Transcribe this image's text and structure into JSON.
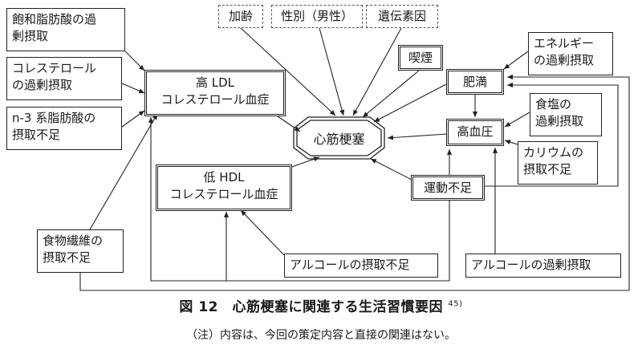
{
  "nodes": {
    "kareii": "加齢",
    "sex": "性別（男性）",
    "genetic": "遺伝素因",
    "sat_fat": [
      "飽和脂肪酸の過",
      "剰摂取"
    ],
    "cholesterol": [
      "コレステロール",
      "の過剰摂取"
    ],
    "n3": [
      "n-3 系脂肪酸の",
      "摂取不足"
    ],
    "high_ldl": [
      "高 LDL",
      "コレステロール血症"
    ],
    "smoking": "喫煙",
    "energy": [
      "エネルギー",
      "の過剰摂取"
    ],
    "obesity": "肥満",
    "salt": [
      "食塩の",
      "過剰摂取"
    ],
    "mi": "心筋梗塞",
    "hypertension": "高血圧",
    "potassium": [
      "カリウムの",
      "摂取不足"
    ],
    "low_hdl": [
      "低 HDL",
      "コレステロール血症"
    ],
    "exercise": "運動不足",
    "fiber": [
      "食物繊維の",
      "摂取不足"
    ],
    "alc_low": "アルコールの摂取不足",
    "alc_high": "アルコールの過剰摂取"
  },
  "caption": {
    "label": "図 12　心筋梗塞に関連する生活習慣要因",
    "ref": "45)"
  },
  "note": "（注）内容は、今回の策定内容と直接の関連はない。"
}
